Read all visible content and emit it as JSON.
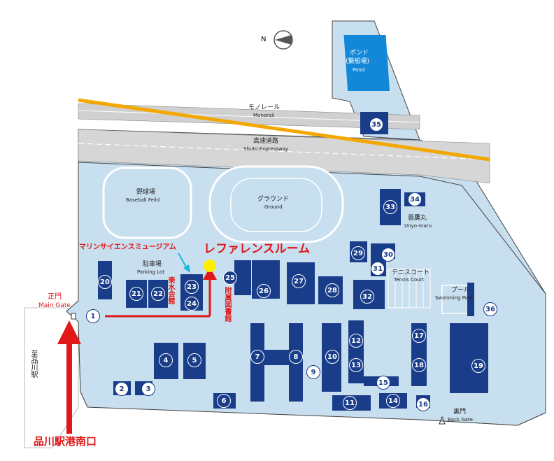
{
  "compass": {
    "letter": "N"
  },
  "labels": {
    "pond_jp": "ポンド",
    "pond_jp2": "(繋船場)",
    "pond_en": "Pond",
    "monorail_jp": "モノレール",
    "monorail_en": "Monorail",
    "expressway_jp": "高速道路",
    "expressway_en": "Shuto Expressway",
    "baseball_jp": "野球場",
    "baseball_en": "Baseball Feild",
    "ground_jp": "グラウンド",
    "ground_en": "Ground",
    "unyo_jp": "雲鷹丸",
    "unyo_en": "Unyo-maru",
    "tennis_jp": "テニスコート",
    "tennis_en": "Tennis Court",
    "pool_jp": "プール",
    "pool_en": "Swimming Pool",
    "parking_jp": "駐車場",
    "parking_en": "Parking Lot",
    "rakusui": "楽水会館",
    "library": "附属図書館",
    "museum": "マリンサイエンスミュージアム",
    "reference_room": "レファレンスルーム",
    "main_gate_jp": "正門",
    "main_gate_en": "Main Gate",
    "to_shinagawa": "至品川駅",
    "shinagawa_exit": "品川駅港南口",
    "back_gate_jp": "裏門",
    "back_gate_en": "Back Gate"
  },
  "buildings": [
    "1",
    "2",
    "3",
    "4",
    "5",
    "6",
    "7",
    "8",
    "9",
    "10",
    "11",
    "12",
    "13",
    "14",
    "15",
    "16",
    "17",
    "18",
    "19",
    "20",
    "21",
    "22",
    "23",
    "24",
    "25",
    "26",
    "27",
    "28",
    "29",
    "30",
    "31",
    "32",
    "33",
    "34",
    "35",
    "36"
  ],
  "colors": {
    "ground": "#c8dff0",
    "building": "#1a3d8a",
    "pond": "#1488d8",
    "route": "#e01818",
    "expressway": "#f2a800",
    "highlight": "#ffee00"
  }
}
